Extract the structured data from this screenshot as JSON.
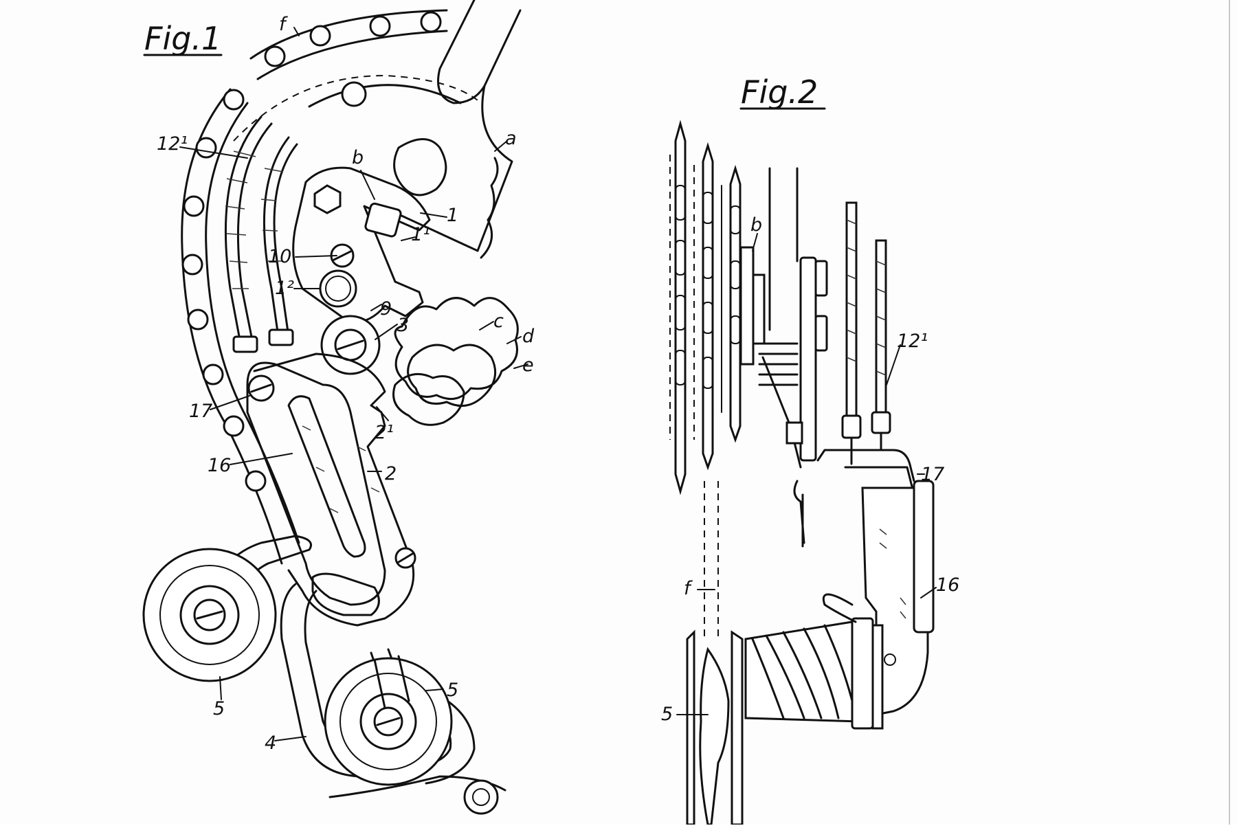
{
  "figures": [
    {
      "title": "Fig.1",
      "labels": {
        "f": "f",
        "a": "a",
        "b": "b",
        "r12_1": "12¹",
        "r1": "1",
        "r1_1": "1¹",
        "r10": "10",
        "r1_2": "1²",
        "r9": "9",
        "r3": "3",
        "c": "c",
        "d": "d",
        "e": "e",
        "r17": "17",
        "r2_1": "2¹",
        "r16": "16",
        "r2": "2",
        "r5a": "5",
        "r5b": "5",
        "r4": "4"
      }
    },
    {
      "title": "Fig.2",
      "labels": {
        "b": "b",
        "r12_1": "12¹",
        "r17": "17",
        "f": "f",
        "r16": "16",
        "r5": "5"
      }
    }
  ]
}
